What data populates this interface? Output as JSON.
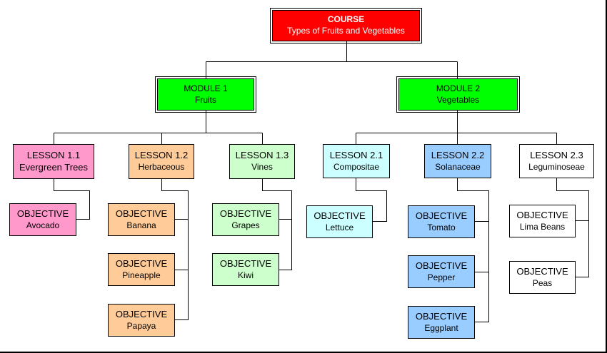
{
  "course": {
    "title": "COURSE",
    "subtitle": "Types of Fruits and Vegetables",
    "color": "#ff0000"
  },
  "modules": [
    {
      "title": "MODULE 1",
      "subtitle": "Fruits",
      "color": "#00ff00"
    },
    {
      "title": "MODULE 2",
      "subtitle": "Vegetables",
      "color": "#00ff00"
    }
  ],
  "lessons": [
    {
      "title": "LESSON 1.1",
      "subtitle": "Evergreen Trees",
      "color": "#ff99cc",
      "objectives": [
        {
          "title": "OBJECTIVE",
          "subtitle": "Avocado"
        }
      ]
    },
    {
      "title": "LESSON 1.2",
      "subtitle": "Herbaceous",
      "color": "#ffcc99",
      "objectives": [
        {
          "title": "OBJECTIVE",
          "subtitle": "Banana"
        },
        {
          "title": "OBJECTIVE",
          "subtitle": "Pineapple"
        },
        {
          "title": "OBJECTIVE",
          "subtitle": "Papaya"
        }
      ]
    },
    {
      "title": "LESSON 1.3",
      "subtitle": "Vines",
      "color": "#ccffcc",
      "objectives": [
        {
          "title": "OBJECTIVE",
          "subtitle": "Grapes"
        },
        {
          "title": "OBJECTIVE",
          "subtitle": "Kiwi"
        }
      ]
    },
    {
      "title": "LESSON 2.1",
      "subtitle": "Compositae",
      "color": "#ccffff",
      "objectives": [
        {
          "title": "OBJECTIVE",
          "subtitle": "Lettuce"
        }
      ]
    },
    {
      "title": "LESSON 2.2",
      "subtitle": "Solanaceae",
      "color": "#99ccff",
      "objectives": [
        {
          "title": "OBJECTIVE",
          "subtitle": "Tomato"
        },
        {
          "title": "OBJECTIVE",
          "subtitle": "Pepper"
        },
        {
          "title": "OBJECTIVE",
          "subtitle": "Eggplant"
        }
      ]
    },
    {
      "title": "LESSON 2.3",
      "subtitle": "Leguminoseae",
      "color": "#ffffff",
      "objectives": [
        {
          "title": "OBJECTIVE",
          "subtitle": "Lima Beans"
        },
        {
          "title": "OBJECTIVE",
          "subtitle": "Peas"
        }
      ]
    }
  ]
}
